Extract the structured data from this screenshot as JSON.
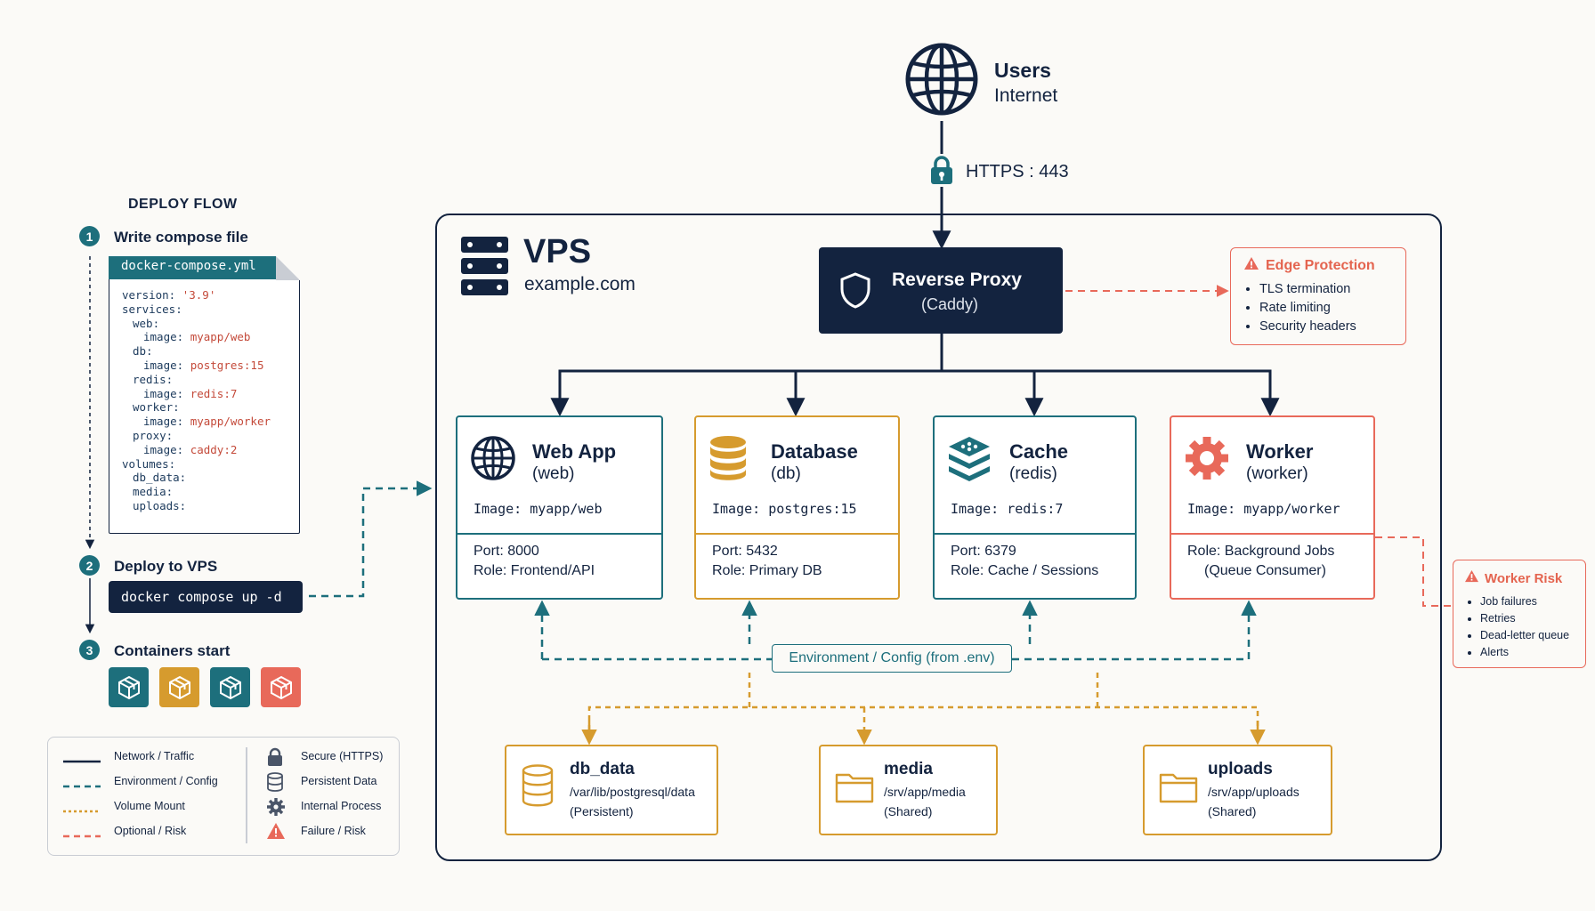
{
  "users": {
    "title": "Users",
    "subtitle": "Internet"
  },
  "https_label": "HTTPS : 443",
  "deploy_flow": {
    "title": "DEPLOY FLOW",
    "steps": [
      {
        "num": "1",
        "label": "Write compose file"
      },
      {
        "num": "2",
        "label": "Deploy to VPS"
      },
      {
        "num": "3",
        "label": "Containers start"
      }
    ],
    "compose_file": {
      "filename": "docker-compose.yml",
      "lines": [
        {
          "key": "version: ",
          "val": "'3.9'",
          "indent": 0
        },
        {
          "key": "services:",
          "val": "",
          "indent": 0
        },
        {
          "key": "web:",
          "val": "",
          "indent": 1
        },
        {
          "key": "image: ",
          "val": "myapp/web",
          "indent": 2
        },
        {
          "key": "db:",
          "val": "",
          "indent": 1
        },
        {
          "key": "image: ",
          "val": "postgres:15",
          "indent": 2
        },
        {
          "key": "redis:",
          "val": "",
          "indent": 1
        },
        {
          "key": "image: ",
          "val": "redis:7",
          "indent": 2
        },
        {
          "key": "worker:",
          "val": "",
          "indent": 1
        },
        {
          "key": "image: ",
          "val": "myapp/worker",
          "indent": 2
        },
        {
          "key": "proxy:",
          "val": "",
          "indent": 1
        },
        {
          "key": "image: ",
          "val": "caddy:2",
          "indent": 2
        },
        {
          "key": "volumes:",
          "val": "",
          "indent": 0
        },
        {
          "key": "db_data:",
          "val": "",
          "indent": 1
        },
        {
          "key": "media:",
          "val": "",
          "indent": 1
        },
        {
          "key": "uploads:",
          "val": "",
          "indent": 1
        }
      ]
    },
    "command": "docker compose up -d",
    "container_colors": [
      "#1d6f7c",
      "#d69b2e",
      "#1d6f7c",
      "#e8695a"
    ]
  },
  "legend": {
    "lines": [
      {
        "label": "Network / Traffic",
        "style": "solid",
        "color": "#13233f"
      },
      {
        "label": "Environment / Config",
        "style": "dashed",
        "color": "#1d6f7c"
      },
      {
        "label": "Volume Mount",
        "style": "dotted",
        "color": "#d69b2e"
      },
      {
        "label": "Optional / Risk",
        "style": "dashed",
        "color": "#e8695a"
      }
    ],
    "icons": [
      {
        "label": "Secure (HTTPS)",
        "icon": "lock-icon"
      },
      {
        "label": "Persistent Data",
        "icon": "database-icon"
      },
      {
        "label": "Internal Process",
        "icon": "gear-icon"
      },
      {
        "label": "Failure / Risk",
        "icon": "warning-icon"
      }
    ]
  },
  "vps": {
    "title": "VPS",
    "domain": "example.com"
  },
  "proxy": {
    "title": "Reverse Proxy",
    "subtitle": "(Caddy)"
  },
  "edge_protection": {
    "title": "Edge Protection",
    "items": [
      "TLS termination",
      "Rate limiting",
      "Security headers"
    ]
  },
  "services": [
    {
      "name": "Web App",
      "id": "(web)",
      "image": "Image: myapp/web",
      "lines": [
        "Port: 8000",
        "Role: Frontend/API"
      ],
      "color": "#1d6f7c",
      "icon": "globe-icon"
    },
    {
      "name": "Database",
      "id": "(db)",
      "image": "Image: postgres:15",
      "lines": [
        "Port: 5432",
        "Role: Primary DB"
      ],
      "color": "#d69b2e",
      "icon": "database-icon"
    },
    {
      "name": "Cache",
      "id": "(redis)",
      "image": "Image: redis:7",
      "lines": [
        "Port: 6379",
        "Role: Cache / Sessions"
      ],
      "color": "#1d6f7c",
      "icon": "layers-icon"
    },
    {
      "name": "Worker",
      "id": "(worker)",
      "image": "Image: myapp/worker",
      "lines": [
        "Role: Background Jobs",
        "(Queue Consumer)"
      ],
      "color": "#e8695a",
      "icon": "gear-icon"
    }
  ],
  "env_label": "Environment / Config (from .env)",
  "volumes": [
    {
      "name": "db_data",
      "path": "/var/lib/postgresql/data",
      "note": "(Persistent)",
      "icon": "database-icon"
    },
    {
      "name": "media",
      "path": "/srv/app/media",
      "note": "(Shared)",
      "icon": "folder-icon"
    },
    {
      "name": "uploads",
      "path": "/srv/app/uploads",
      "note": "(Shared)",
      "icon": "folder-icon"
    }
  ],
  "worker_risk": {
    "title": "Worker Risk",
    "items": [
      "Job failures",
      "Retries",
      "Dead-letter queue",
      "Alerts"
    ]
  }
}
